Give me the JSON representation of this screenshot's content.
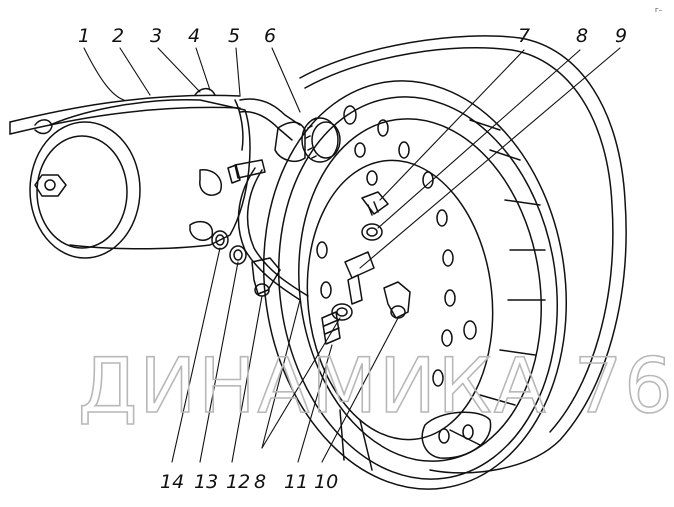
{
  "watermark": "ДИНАМИКА 76",
  "corner_mark": "г–",
  "callouts": {
    "c1": "1",
    "c2": "2",
    "c3": "3",
    "c4": "4",
    "c5": "5",
    "c6": "6",
    "c7": "7",
    "c8a": "8",
    "c9": "9",
    "c14": "14",
    "c13": "13",
    "c12": "12",
    "c8b": "8",
    "c11": "11",
    "c10": "10"
  }
}
